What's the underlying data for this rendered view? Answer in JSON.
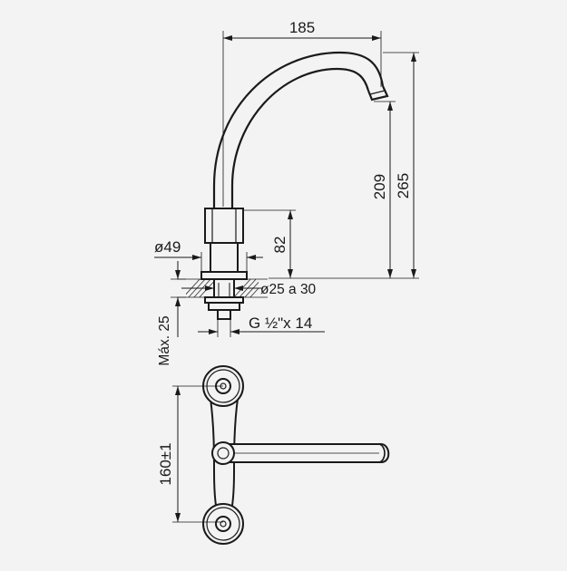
{
  "dimensions": {
    "width_label": "185",
    "height_total_label": "265",
    "height_spout_label": "209",
    "base_height_label": "82",
    "base_diameter_label": "ø49",
    "hole_diameter_label": "ø25 a 30",
    "thread_label": "G ½\"x 14",
    "max_thickness_label": "Máx. 25",
    "handle_spacing_label": "160±1"
  },
  "colors": {
    "background": "#f3f3f3",
    "ink": "#1a1a1a"
  }
}
